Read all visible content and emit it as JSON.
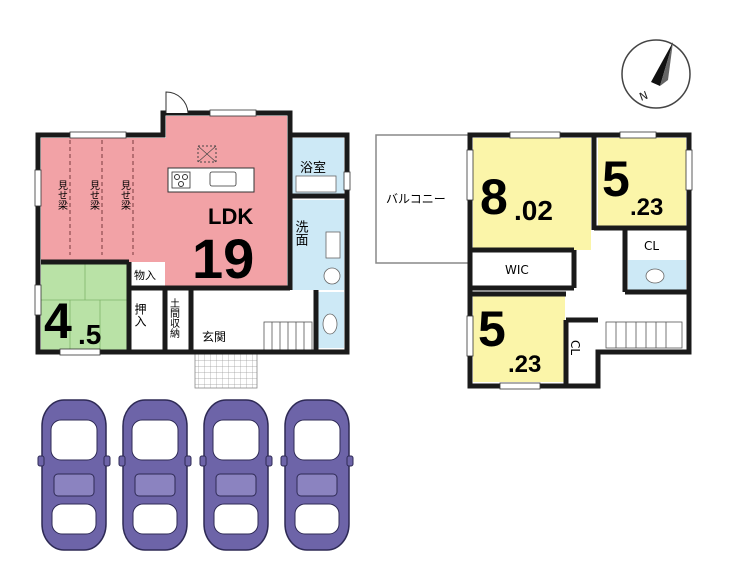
{
  "compass": {
    "north_label": "N"
  },
  "floor1": {
    "ldk": {
      "label": "LDK",
      "size": "19",
      "beam_label": "見せ梁",
      "beam_count": 3
    },
    "japanese_room": {
      "size_major": "4",
      "size_minor": ".5"
    },
    "storage_label": "物入",
    "closet_label": "押入",
    "earthen_storage_label": "土間収納",
    "entrance_label": "玄関",
    "bath_label": "浴室",
    "washroom_label": "洗面"
  },
  "floor2": {
    "balcony_label": "バルコニー",
    "bedroom1": {
      "size_major": "8",
      "size_minor": ".02"
    },
    "bedroom2": {
      "size_major": "5",
      "size_minor": ".23"
    },
    "bedroom3": {
      "size_major": "5",
      "size_minor": ".23"
    },
    "wic_label": "WIC",
    "cl_label_1": "CL",
    "cl_label_2": "CL"
  },
  "parking": {
    "car_count": 4
  },
  "colors": {
    "ldk_fill": "#f2a2a6",
    "tatami_fill": "#b9e2a6",
    "bedroom_fill": "#fbf5a9",
    "wet_fill": "#cde9f6",
    "car_fill": "#6d64a8",
    "wall": "#1a1a1a"
  }
}
